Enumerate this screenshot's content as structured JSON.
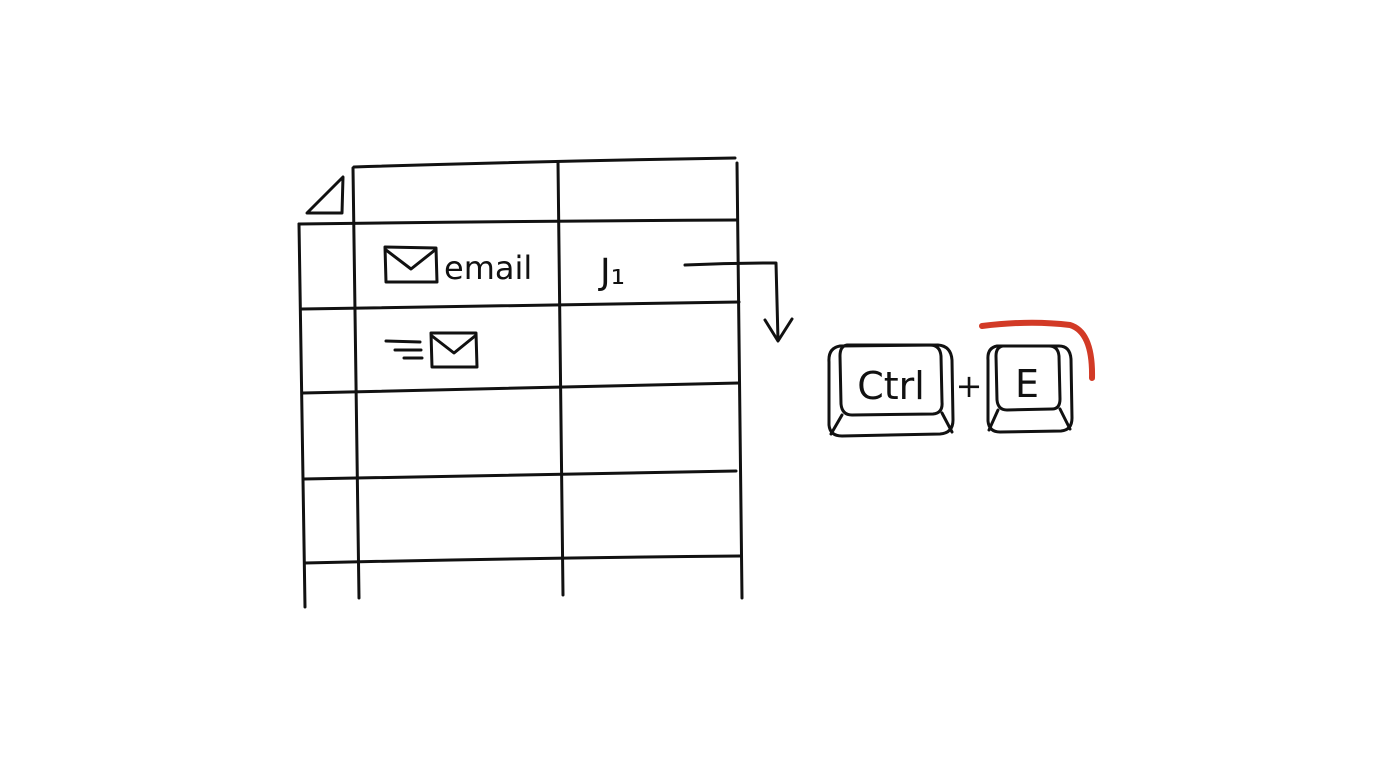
{
  "colors": {
    "ink": "#111111",
    "accent": "#d23a26",
    "background": "#ffffff"
  },
  "sheet": {
    "cells": {
      "email_label": "email",
      "col_reference": "J₁"
    },
    "icons": {
      "row1": "envelope-icon",
      "row2": "send-email-icon",
      "corner": "select-all-triangle-icon"
    }
  },
  "shortcut": {
    "modifier_key": "Ctrl",
    "plus": "+",
    "letter_key": "E"
  }
}
